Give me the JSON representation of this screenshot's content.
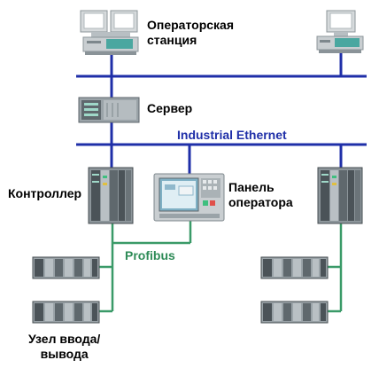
{
  "labels": {
    "operator_station": [
      "Операторская",
      "станция"
    ],
    "server": "Сервер",
    "industrial_ethernet": "Industrial Ethernet",
    "controller": "Контроллер",
    "operator_panel": [
      "Панель",
      "оператора"
    ],
    "profibus": "Profibus",
    "io_node": [
      "Узел ввода/",
      "вывода"
    ]
  },
  "colors": {
    "ethernet_bus": "#1f2fa8",
    "profibus_line": "#3a9a68",
    "device_gray": "#9aa3a8",
    "device_dark": "#4b5358",
    "screen_teal": "#4aa7a0"
  }
}
